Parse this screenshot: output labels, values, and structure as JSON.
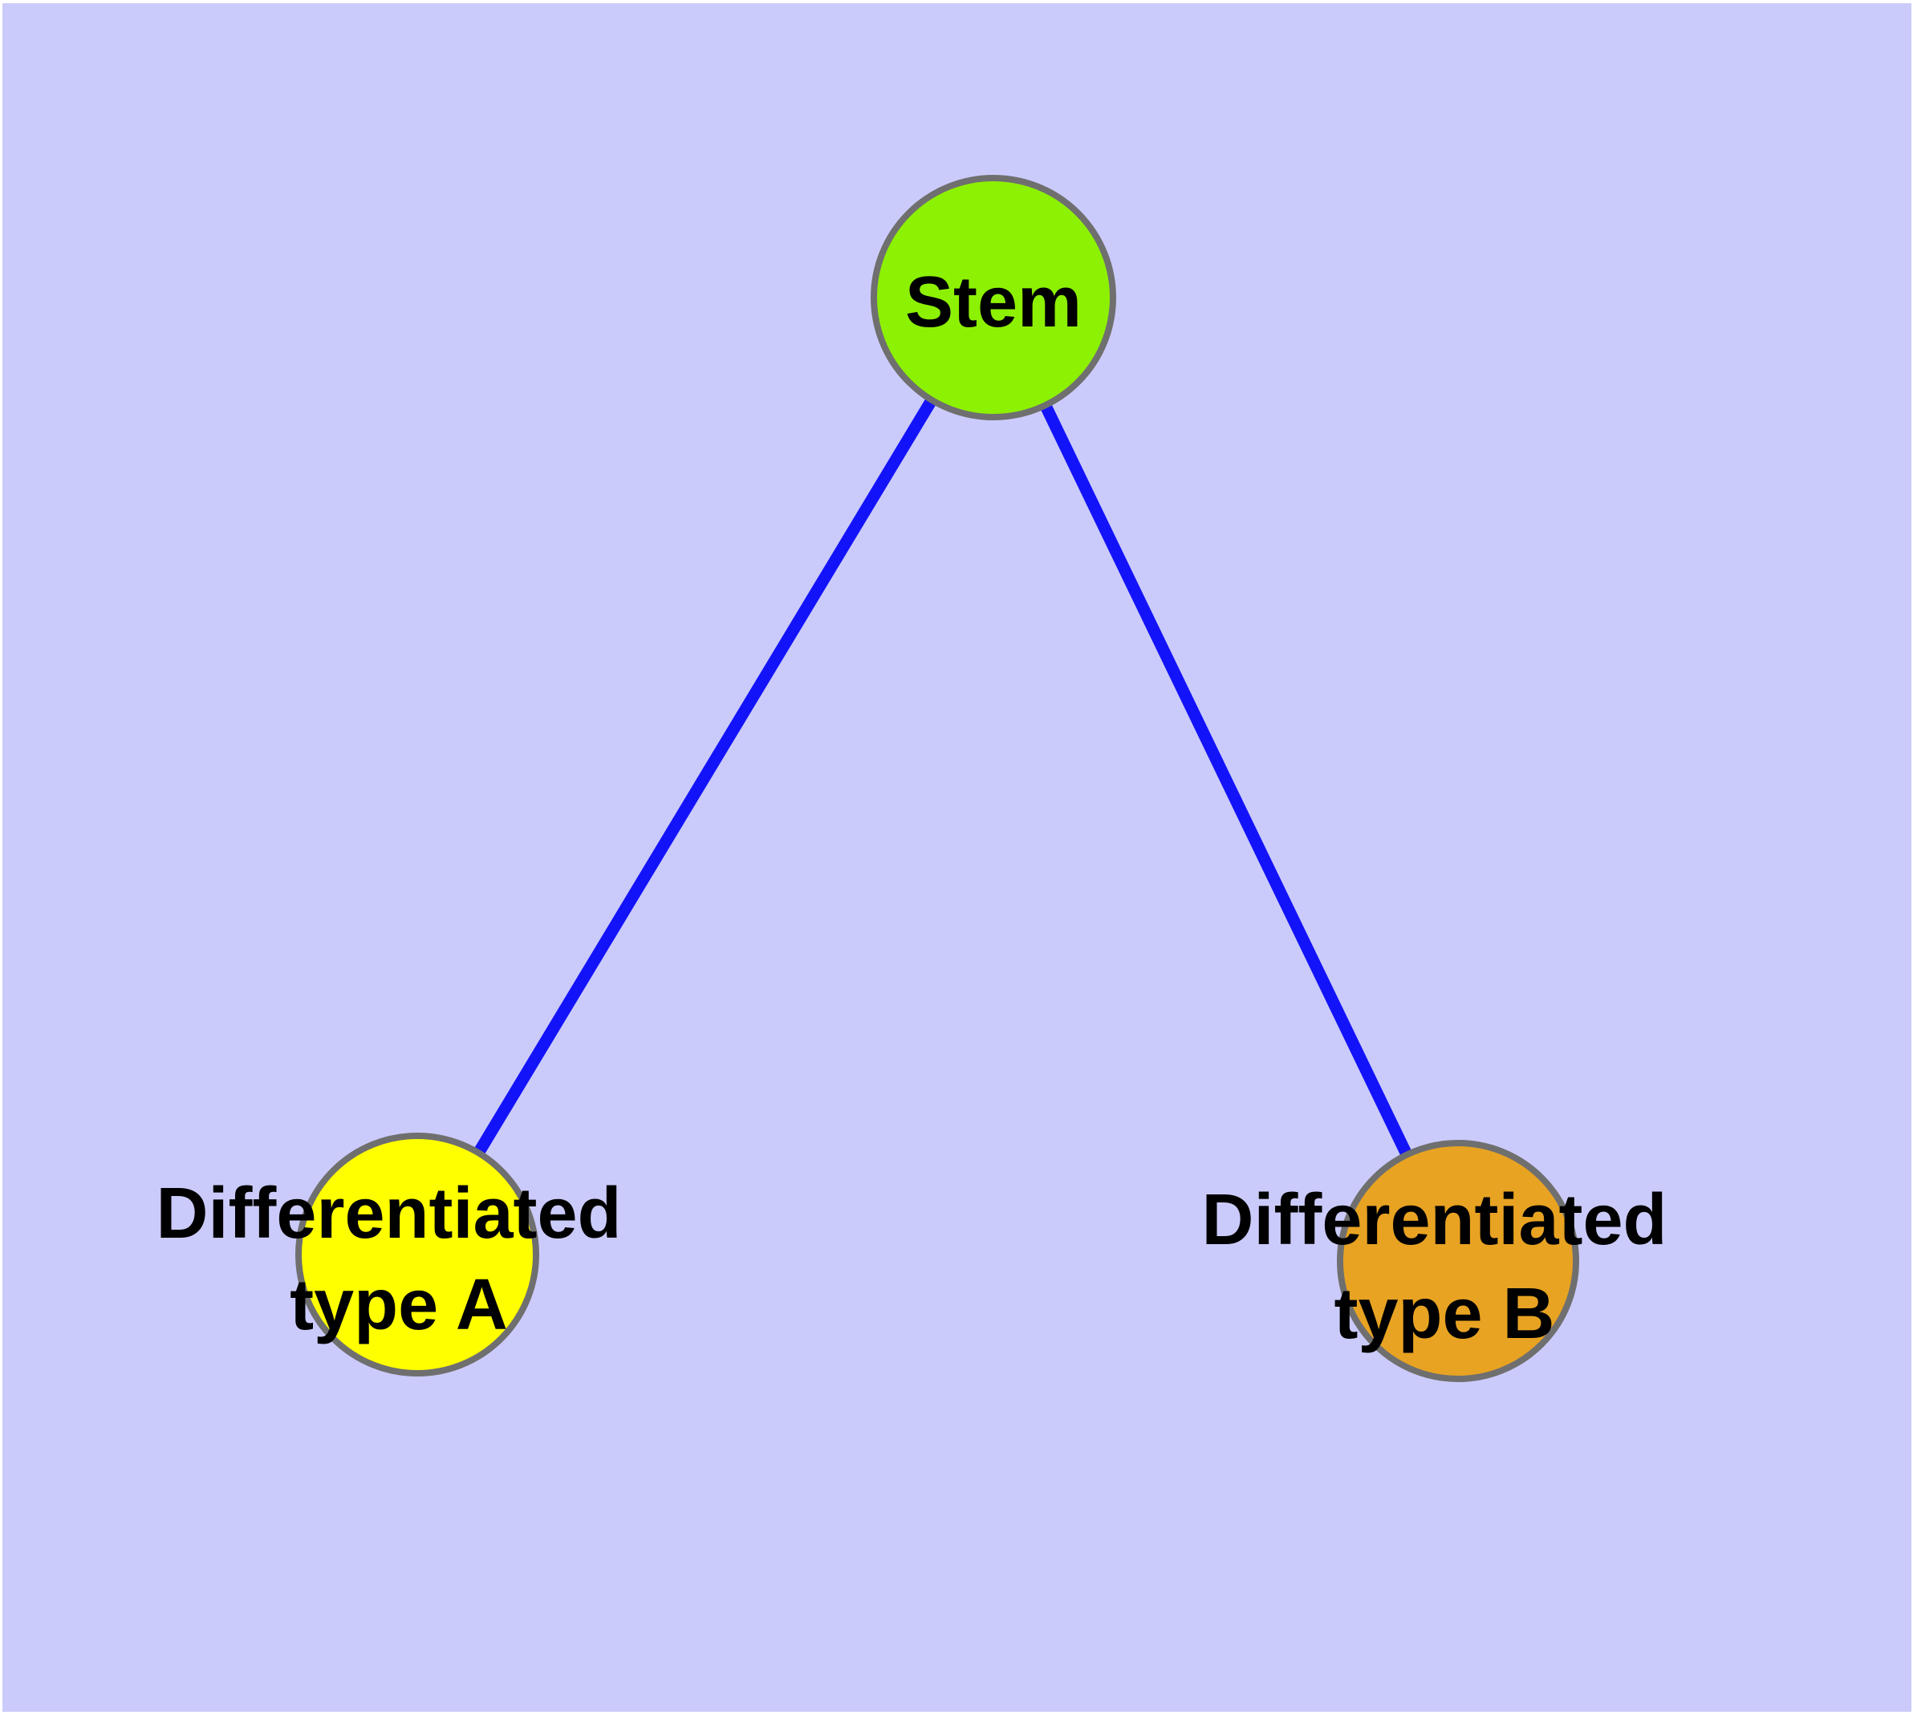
{
  "diagram": {
    "type": "node-link-graph",
    "background_color": "#CBCBFB",
    "frame_color": "#FFFFFF",
    "edge_color": "#1313FA",
    "node_border_color": "#6F6F6F",
    "text_color": "#000000",
    "nodes": [
      {
        "id": "stem",
        "color": "#8DF104",
        "lines": [
          "Stem"
        ]
      },
      {
        "id": "type_a",
        "color": "#FFFF00",
        "lines": [
          "Differentiated",
          "type A"
        ]
      },
      {
        "id": "type_b",
        "color": "#E8A322",
        "lines": [
          "Differentiated",
          "type B"
        ]
      }
    ],
    "edges": [
      {
        "from": "Stem",
        "to": "Differentiated type A"
      },
      {
        "from": "Stem",
        "to": "Differentiated type B"
      }
    ]
  }
}
